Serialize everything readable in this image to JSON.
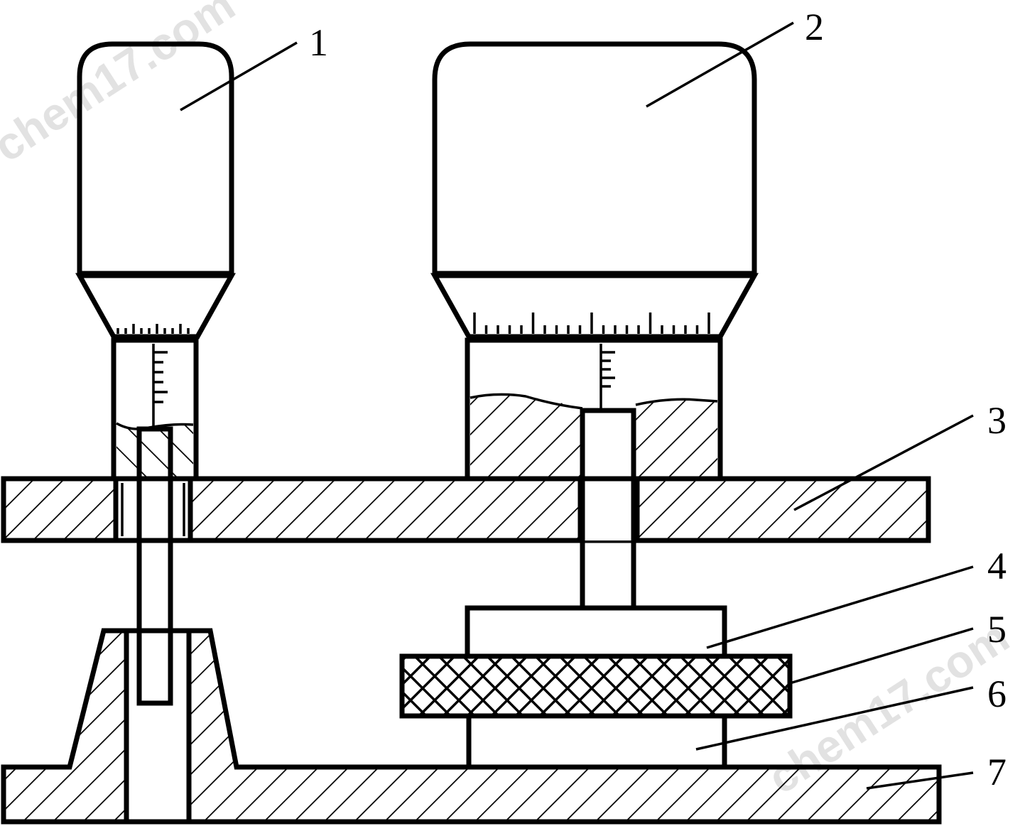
{
  "diagram": {
    "labels": [
      {
        "id": "1",
        "text": "1"
      },
      {
        "id": "2",
        "text": "2"
      },
      {
        "id": "3",
        "text": "3"
      },
      {
        "id": "4",
        "text": "4"
      },
      {
        "id": "5",
        "text": "5"
      },
      {
        "id": "6",
        "text": "6"
      },
      {
        "id": "7",
        "text": "7"
      }
    ],
    "watermarks": [
      "chem17.com",
      "chem17.com"
    ],
    "colors": {
      "line": "#000000",
      "watermark": "#e2e2e2",
      "background": "#ffffff"
    }
  }
}
